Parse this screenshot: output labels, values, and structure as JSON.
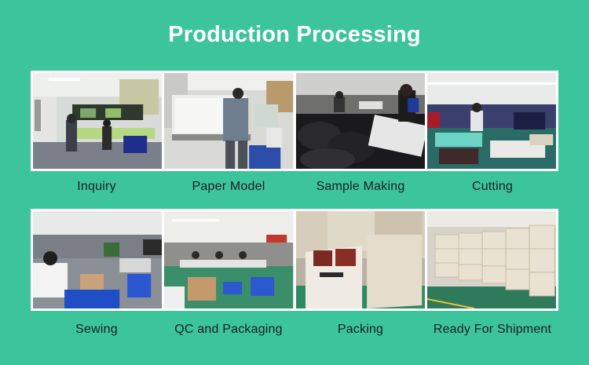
{
  "title": "Production Processing",
  "steps": [
    {
      "label": "Inquiry",
      "photo": "office-desk-photo"
    },
    {
      "label": "Paper Model",
      "photo": "pattern-cutting-machine-photo"
    },
    {
      "label": "Sample Making",
      "photo": "sewing-workshop-photo"
    },
    {
      "label": "Cutting",
      "photo": "cutting-workshop-photo"
    },
    {
      "label": "Sewing",
      "photo": "sewing-line-photo"
    },
    {
      "label": "QC and Packaging",
      "photo": "qc-workshop-photo"
    },
    {
      "label": "Packing",
      "photo": "packing-boxes-photo"
    },
    {
      "label": "Ready For Shipment",
      "photo": "stacked-cartons-photo"
    }
  ],
  "colors": {
    "background": "#3cc49a",
    "title": "#ffffff",
    "label": "#1f1f1f"
  }
}
